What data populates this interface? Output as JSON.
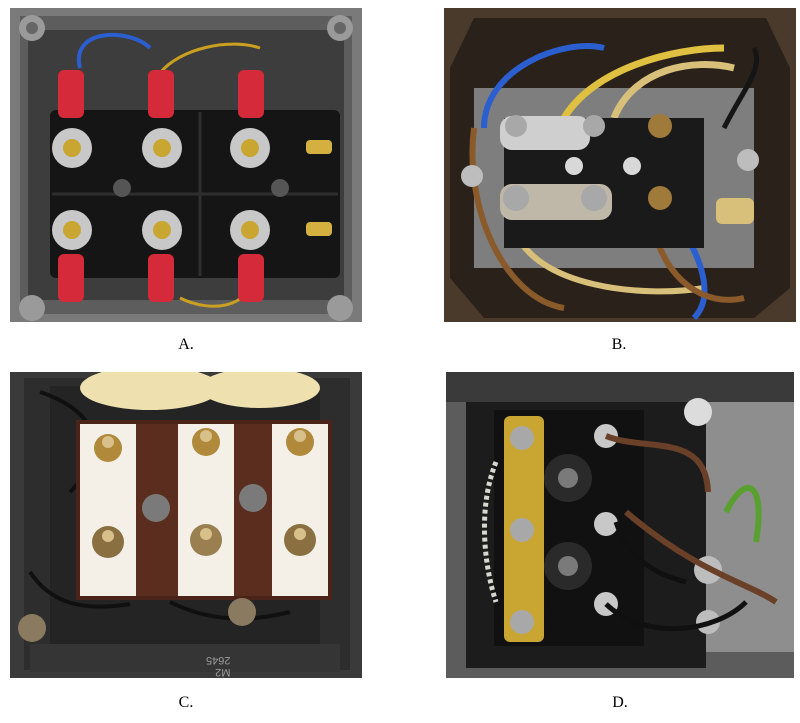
{
  "figure": {
    "panels": [
      {
        "id": "A",
        "caption": "A."
      },
      {
        "id": "B",
        "caption": "B."
      },
      {
        "id": "C",
        "caption": "C."
      },
      {
        "id": "D",
        "caption": "D."
      }
    ],
    "panel_c": {
      "plate_text": "M2 2645"
    }
  },
  "colors": {
    "terminal_block_black": "#1a1a1a",
    "crimp_red": "#d42a3a",
    "brass": "#c9a531",
    "brown_block": "#5a2d1e",
    "housing_gray": "#6e6e6e"
  }
}
